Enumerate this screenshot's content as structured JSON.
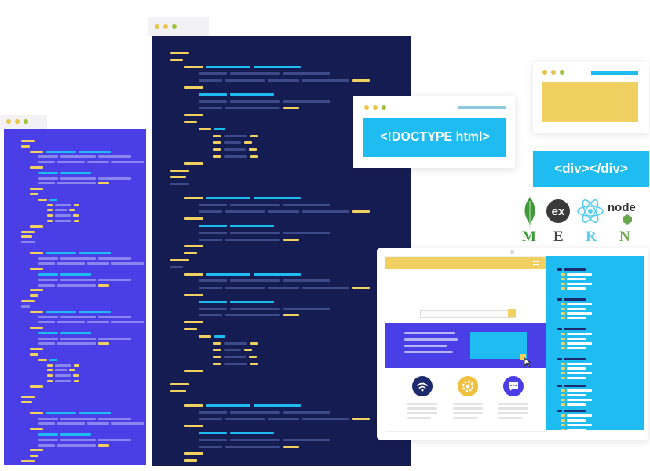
{
  "doctype_tag": "<!DOCTYPE html>",
  "div_tag": "<div></div>",
  "mern": {
    "letters": [
      "M",
      "E",
      "R",
      "N"
    ],
    "express_logo_text": "ex",
    "node_logo_text": "node"
  },
  "colors": {
    "left_editor": "#4a3ee6",
    "main_editor": "#151c52",
    "accent_cyan": "#1ebcf0",
    "accent_yellow": "#f0d060",
    "mongo_green": "#3f9a3a",
    "react_cyan": "#59cdf0",
    "node_green": "#6aa84f"
  },
  "icons": [
    "wifi-icon",
    "gear-icon",
    "chat-bubble-icon",
    "search-icon",
    "mouse-cursor-icon"
  ]
}
